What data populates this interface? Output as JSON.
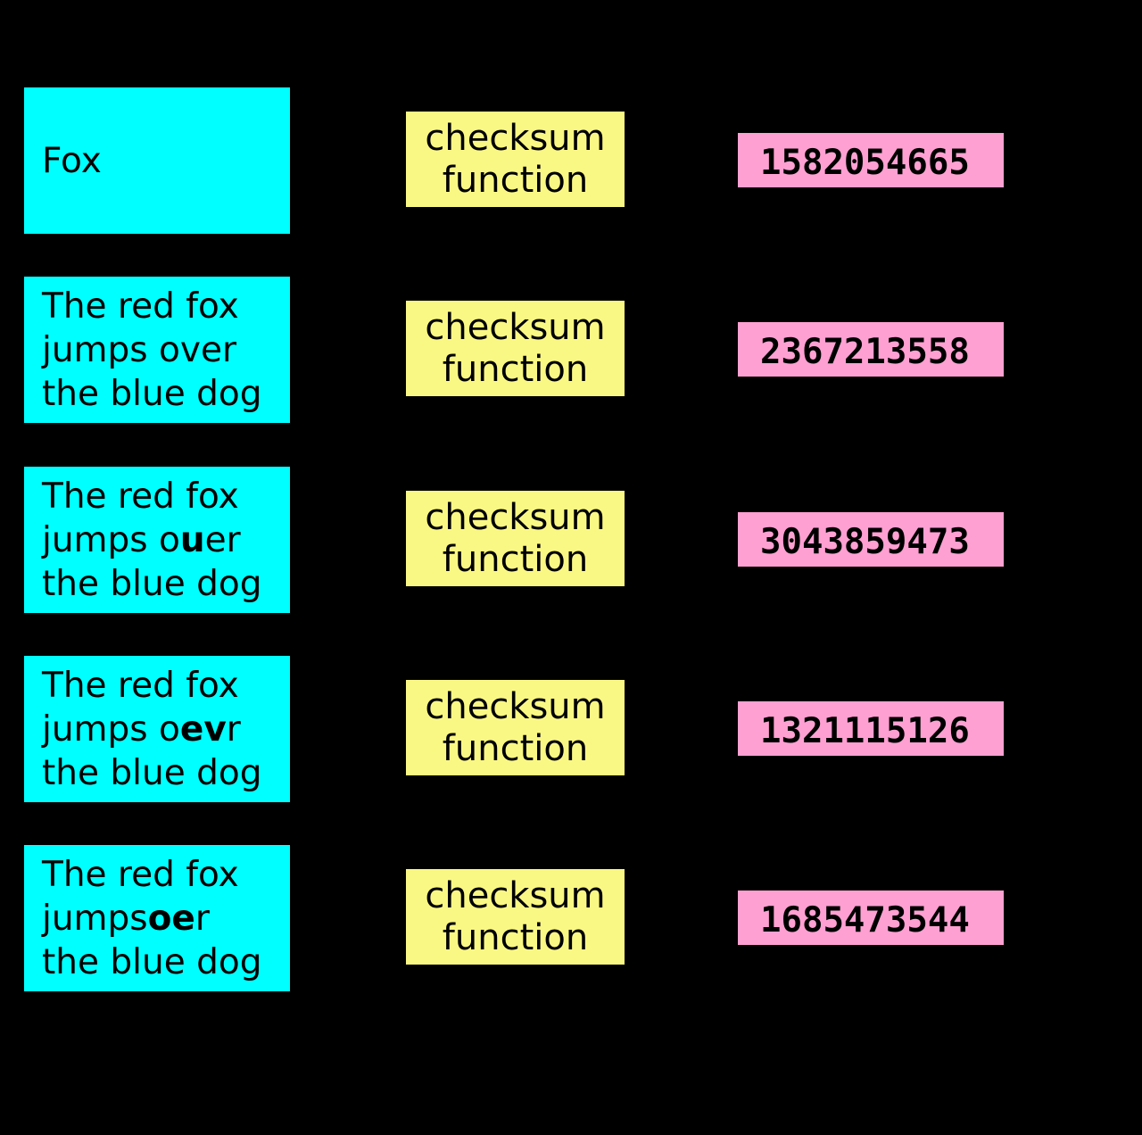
{
  "diagram": {
    "background_color": "#000000",
    "input_box_color": "#00ffff",
    "function_box_color": "#faf884",
    "checksum_box_color": "#ffa0d2",
    "text_color": "#000000",
    "function_label_lines": [
      "checksum",
      "function"
    ],
    "rows": [
      {
        "input_lines": [
          [
            {
              "text": "Fox",
              "bold": false
            }
          ]
        ],
        "checksum": "1582054665"
      },
      {
        "input_lines": [
          [
            {
              "text": "The red fox",
              "bold": false
            }
          ],
          [
            {
              "text": "jumps over",
              "bold": false
            }
          ],
          [
            {
              "text": "the blue dog",
              "bold": false
            }
          ]
        ],
        "checksum": "2367213558"
      },
      {
        "input_lines": [
          [
            {
              "text": "The red fox",
              "bold": false
            }
          ],
          [
            {
              "text": "jumps o",
              "bold": false
            },
            {
              "text": "u",
              "bold": true
            },
            {
              "text": "er",
              "bold": false
            }
          ],
          [
            {
              "text": "the blue dog",
              "bold": false
            }
          ]
        ],
        "checksum": "3043859473"
      },
      {
        "input_lines": [
          [
            {
              "text": "The red fox",
              "bold": false
            }
          ],
          [
            {
              "text": "jumps o",
              "bold": false
            },
            {
              "text": "ev",
              "bold": true
            },
            {
              "text": "r",
              "bold": false
            }
          ],
          [
            {
              "text": "the blue dog",
              "bold": false
            }
          ]
        ],
        "checksum": "1321115126"
      },
      {
        "input_lines": [
          [
            {
              "text": "The red fox",
              "bold": false
            }
          ],
          [
            {
              "text": "jumps",
              "bold": false
            },
            {
              "text": "oe",
              "bold": true
            },
            {
              "text": "r",
              "bold": false
            }
          ],
          [
            {
              "text": "the blue dog",
              "bold": false
            }
          ]
        ],
        "checksum": "1685473544"
      }
    ]
  }
}
